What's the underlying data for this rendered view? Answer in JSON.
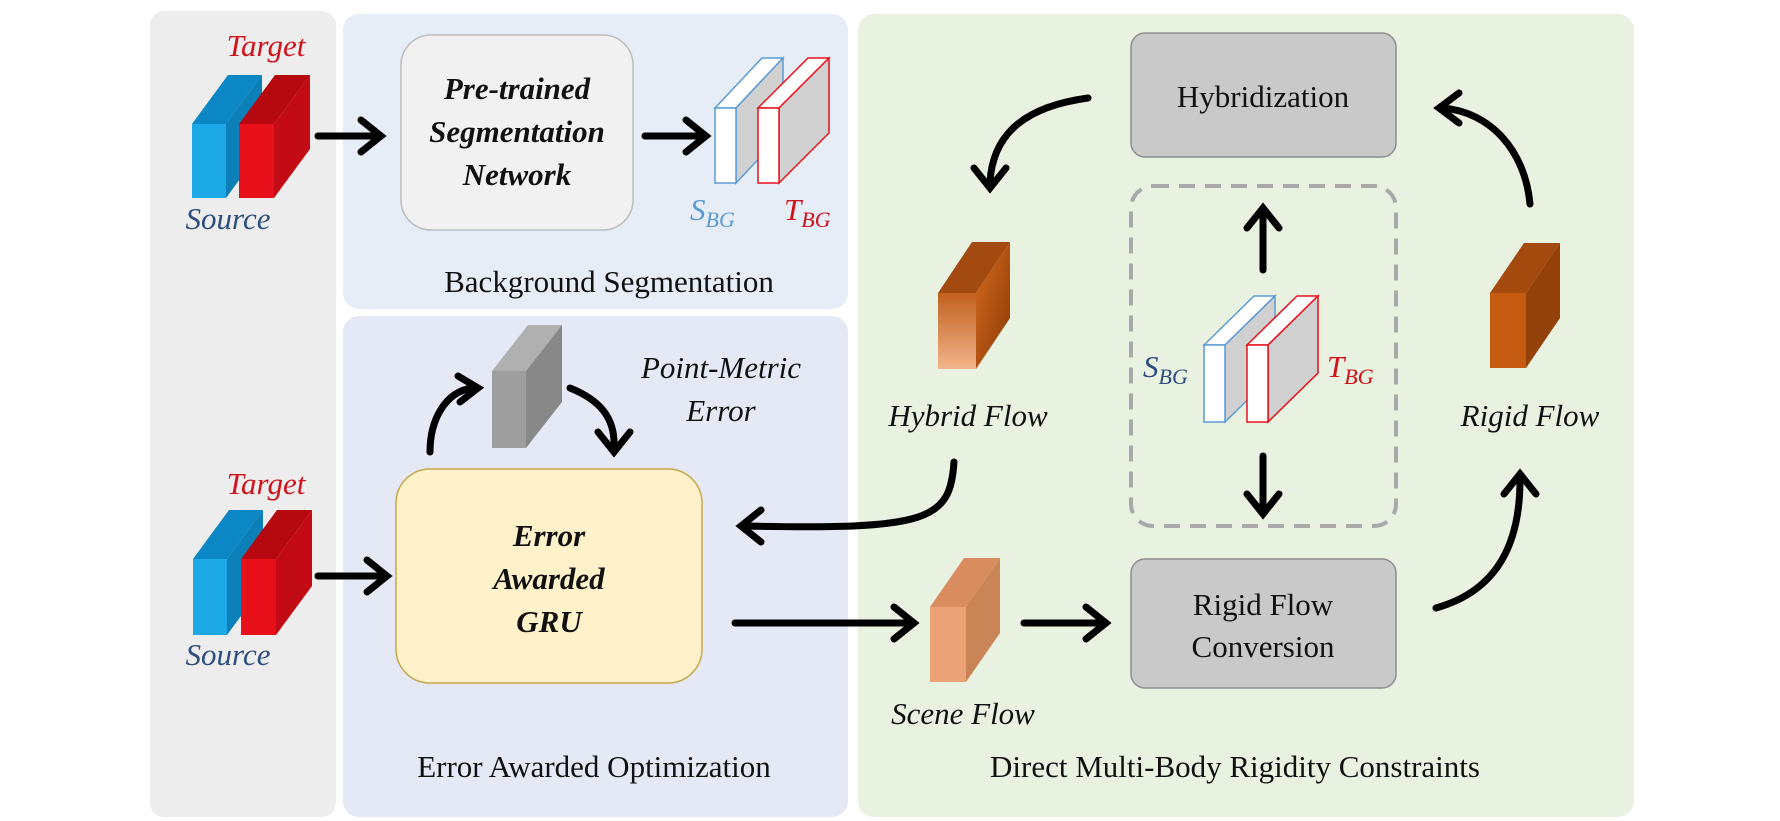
{
  "sections": {
    "background_segmentation": "Background Segmentation",
    "error_awarded_optimization": "Error Awarded Optimization",
    "rigidity_constraints": "Direct Multi-Body Rigidity Constraints"
  },
  "inputs": {
    "top": {
      "target": "Target",
      "source": "Source"
    },
    "bottom": {
      "target": "Target",
      "source": "Source"
    }
  },
  "network": {
    "line1": "Pre-trained",
    "line2": "Segmentation",
    "line3": "Network"
  },
  "gru": {
    "line1": "Error",
    "line2": "Awarded",
    "line3": "GRU"
  },
  "point_metric": {
    "line1": "Point-Metric",
    "line2": "Error"
  },
  "masks": {
    "source_main": "S",
    "source_sub": "BG",
    "target_main": "T",
    "target_sub": "BG"
  },
  "flows": {
    "hybrid": "Hybrid  Flow",
    "rigid": "Rigid Flow",
    "scene": "Scene Flow"
  },
  "boxes": {
    "hybridization": "Hybridization",
    "rigid_conversion_line1": "Rigid Flow",
    "rigid_conversion_line2": "Conversion"
  },
  "colors": {
    "source_block": "#1da9e6",
    "target_block": "#e8101a",
    "flow_block": "#c55a11",
    "scene_block": "#eaa276",
    "error_block": "#8c8c8c",
    "gru_fill": "#fff1c9",
    "process_box": "#c9c9c9"
  }
}
